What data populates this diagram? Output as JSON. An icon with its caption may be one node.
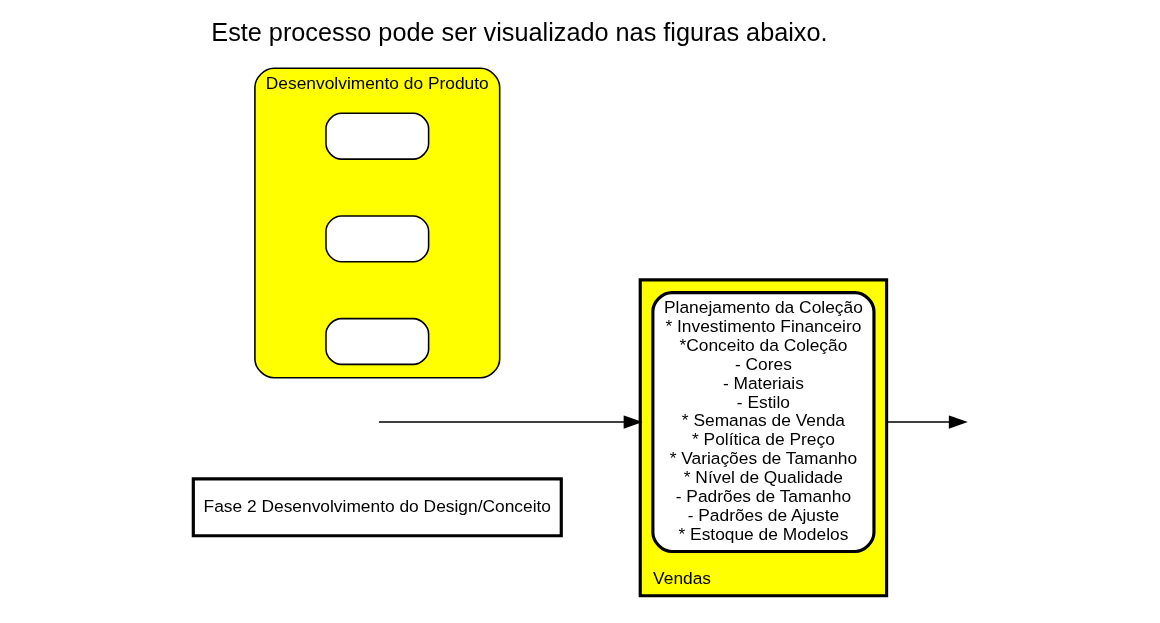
{
  "diagram": {
    "title": "Este processo pode ser visualizado nas figuras abaixo.",
    "nodes": [
      {
        "text": [
          "Fase 2 Desenvolvimento do Design/Conceito"
        ]
      },
      {
        "text": [
          "Vendas"
        ]
      },
      {
        "text": [
          "Planejamento da Coleção",
          "* Investimento Financeiro",
          "*Conceito da Coleção",
          "- Cores",
          "- Materiais",
          "- Estilo",
          "* Semanas de Venda",
          "* Política de Preço",
          "* Variações de Tamanho",
          "* Nível de Qualidade",
          "- Padrões de Tamanho",
          "- Padrões de Ajuste",
          "* Estoque de Modelos"
        ],
        "in": 1
      },
      {
        "text": [
          "Desenvolvimento do Produto"
        ]
      },
      {
        "text": [],
        "shape": "box",
        "in": 3
      },
      {
        "text": [],
        "shape": "box",
        "in": 3
      },
      {
        "text": [],
        "shape": "box",
        "in": 3
      }
    ],
    "edges": [
      {
        "from": null,
        "to": 1,
        "arrow": "to"
      },
      {
        "from": 1,
        "to": null,
        "arrow": "to"
      }
    ]
  }
}
